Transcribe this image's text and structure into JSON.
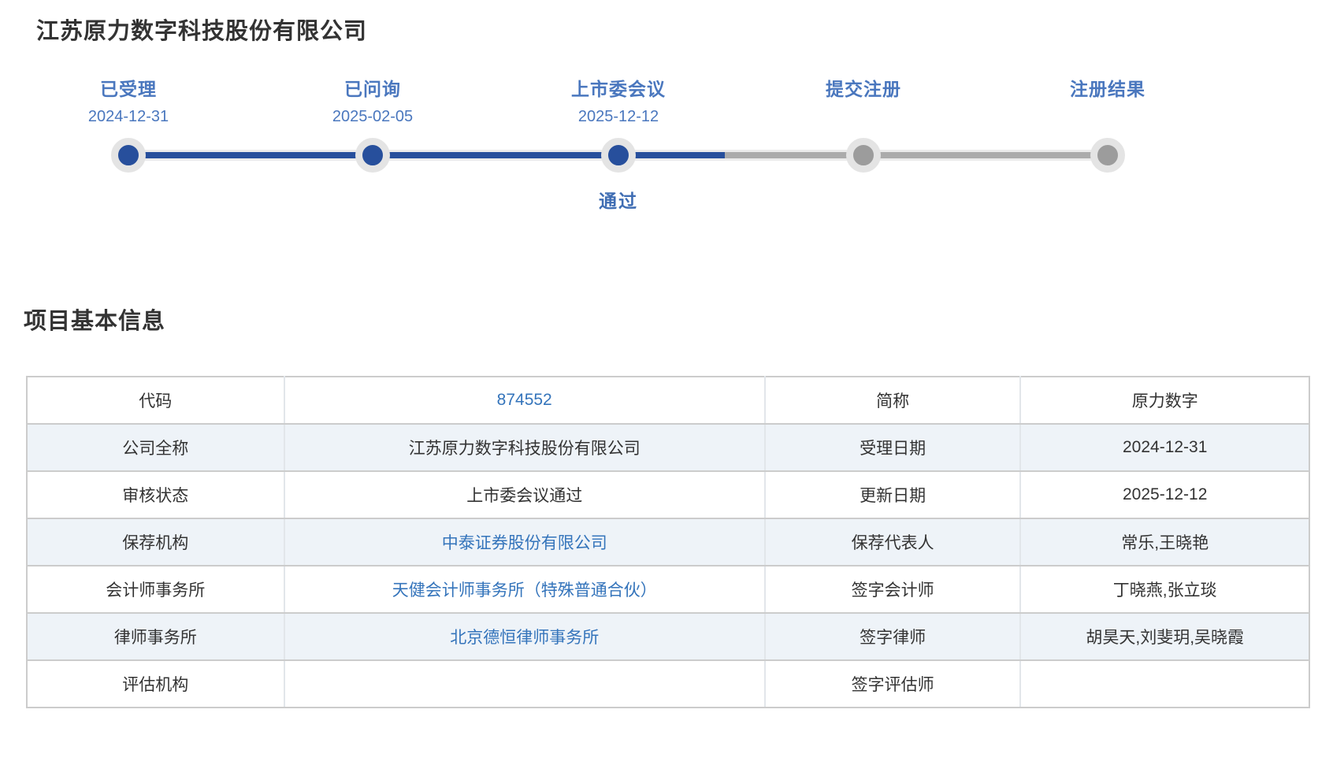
{
  "page": {
    "title": "江苏原力数字科技股份有限公司"
  },
  "timeline": {
    "stages": [
      {
        "label": "已受理",
        "date": "2024-12-31",
        "status": "done"
      },
      {
        "label": "已问询",
        "date": "2025-02-05",
        "status": "done"
      },
      {
        "label": "上市委会议",
        "date": "2025-12-12",
        "status": "done",
        "note": "通过"
      },
      {
        "label": "提交注册",
        "date": "",
        "status": "pending"
      },
      {
        "label": "注册结果",
        "date": "",
        "status": "pending"
      }
    ],
    "colors": {
      "done_line": "#274f9c",
      "pending_line": "#ababab",
      "label_blue": "#4a77be",
      "dot_ring": "#e4e4e4"
    }
  },
  "section": {
    "title": "项目基本信息"
  },
  "table": {
    "rows": [
      {
        "label1": "代码",
        "value1": "874552",
        "label2": "简称",
        "value2": "原力数字"
      },
      {
        "label1": "公司全称",
        "value1": "江苏原力数字科技股份有限公司",
        "label2": "受理日期",
        "value2": "2024-12-31"
      },
      {
        "label1": "审核状态",
        "value1": "上市委会议通过",
        "label2": "更新日期",
        "value2": "2025-12-12"
      },
      {
        "label1": "保荐机构",
        "value1": "中泰证券股份有限公司",
        "label2": "保荐代表人",
        "value2": "常乐,王晓艳"
      },
      {
        "label1": "会计师事务所",
        "value1": "天健会计师事务所（特殊普通合伙）",
        "label2": "签字会计师",
        "value2": "丁晓燕,张立琰"
      },
      {
        "label1": "律师事务所",
        "value1": "北京德恒律师事务所",
        "label2": "签字律师",
        "value2": "胡昊天,刘斐玥,吴晓霞"
      },
      {
        "label1": "评估机构",
        "value1": "",
        "label2": "签字评估师",
        "value2": ""
      }
    ],
    "colors": {
      "link": "#3474bb",
      "alt_row_bg": "#eef3f8",
      "border": "#cccccc"
    }
  }
}
